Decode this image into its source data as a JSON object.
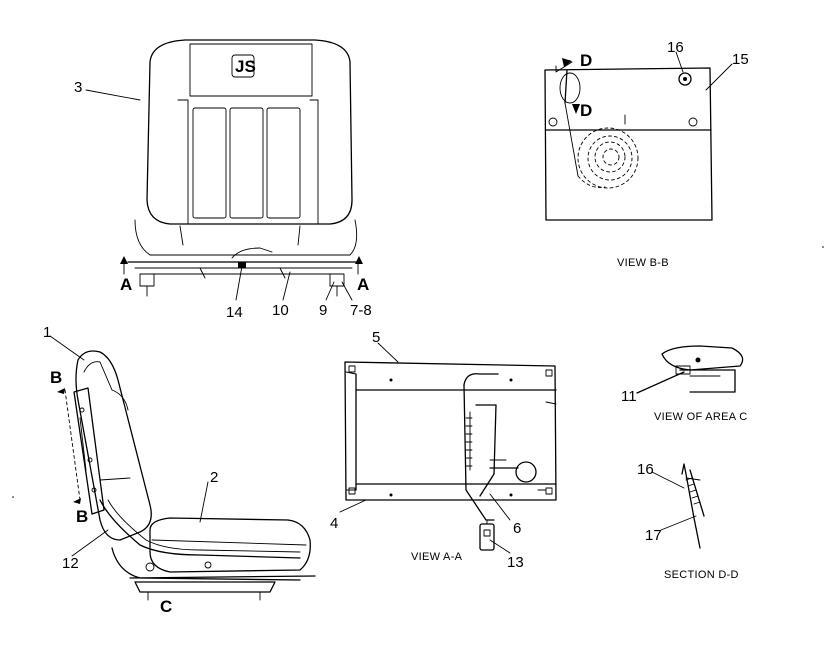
{
  "callouts": {
    "c1": "1",
    "c2": "2",
    "c3": "3",
    "c4": "4",
    "c5": "5",
    "c6": "6",
    "c7_8": "7-8",
    "c9": "9",
    "c10": "10",
    "c11": "11",
    "c12": "12",
    "c13": "13",
    "c14": "14",
    "c15": "15",
    "c16_top": "16",
    "c16_dd": "16",
    "c17": "17"
  },
  "view_marks": {
    "a_left": "A",
    "a_right": "A",
    "b_top": "B",
    "b_bottom": "B",
    "c": "C",
    "d_top": "D",
    "d_bottom": "D"
  },
  "captions": {
    "view_bb": "VIEW  B-B",
    "view_aa": "VIEW  A-A",
    "view_area_c": "VIEW  OF  AREA C",
    "section_dd": "SECTION   D-D"
  }
}
